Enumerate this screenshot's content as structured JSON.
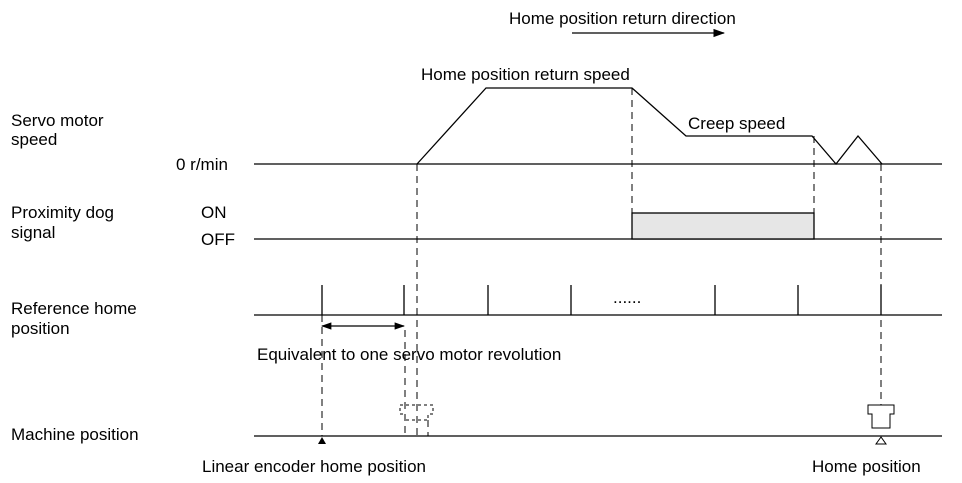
{
  "labels": {
    "direction": "Home position return direction",
    "return_speed": "Home position return speed",
    "creep_speed": "Creep speed",
    "speed_row_line1": "Servo motor",
    "speed_row_line2": "speed",
    "zero_speed": "0 r/min",
    "dog_row_line1": "Proximity dog",
    "dog_row_line2": "signal",
    "on": "ON",
    "off": "OFF",
    "ref_row_line1": "Reference home",
    "ref_row_line2": "position",
    "ellipsis": "......",
    "one_revolution": "Equivalent to one servo motor revolution",
    "machine_row": "Machine position",
    "linear_encoder_home": "Linear encoder home position",
    "home_position": "Home position"
  },
  "colors": {
    "line": "#000000",
    "dog_fill": "#e6e6e6",
    "background": "#ffffff"
  }
}
